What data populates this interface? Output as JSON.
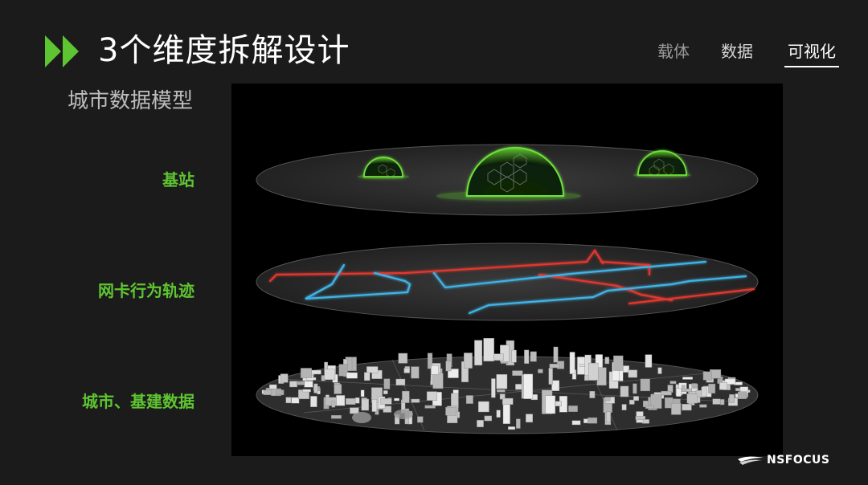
{
  "header": {
    "title": "3个维度拆解设计",
    "arrow_color": "#5fc431"
  },
  "tabs": [
    {
      "label": "载体",
      "active": false
    },
    {
      "label": "数据",
      "active": false
    },
    {
      "label": "可视化",
      "active": true
    }
  ],
  "subtitle": "城市数据模型",
  "layers": [
    {
      "label": "基站",
      "icon": "dome-icon"
    },
    {
      "label": "网卡行为轨迹",
      "icon": "trajectory-lines"
    },
    {
      "label": "城市、基建数据",
      "icon": "city-buildings"
    }
  ],
  "colors": {
    "accent": "#5fc431",
    "trajectory_red": "#e0392f",
    "trajectory_blue": "#3fb3e6",
    "background": "#1b1b1b"
  },
  "logo": {
    "text": "NSFOCUS"
  }
}
